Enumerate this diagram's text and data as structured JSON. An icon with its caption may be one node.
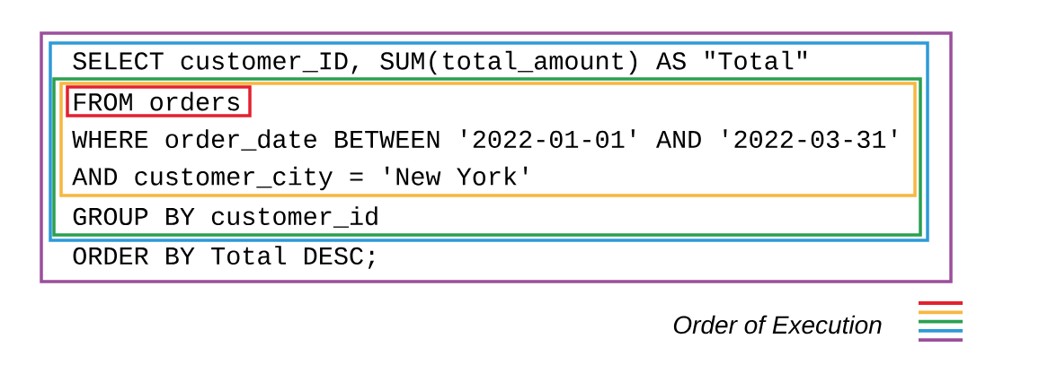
{
  "diagram": {
    "nodes": [
      {
        "text": [
          "ORDER BY Total DESC;"
        ]
      },
      {
        "text": [
          "SELECT customer_ID, SUM(total_amount) AS \"Total\""
        ],
        "in": 0
      },
      {
        "text": [
          "GROUP BY customer_id"
        ],
        "in": 1
      },
      {
        "text": [
          "WHERE order_date BETWEEN '2022-01-01' AND '2022-03-31'",
          "AND customer_city = 'New York'"
        ],
        "in": 2
      },
      {
        "text": [
          "FROM orders"
        ],
        "in": 3
      }
    ],
    "legend": [
      {
        "text": "Order of Execution"
      }
    ]
  }
}
